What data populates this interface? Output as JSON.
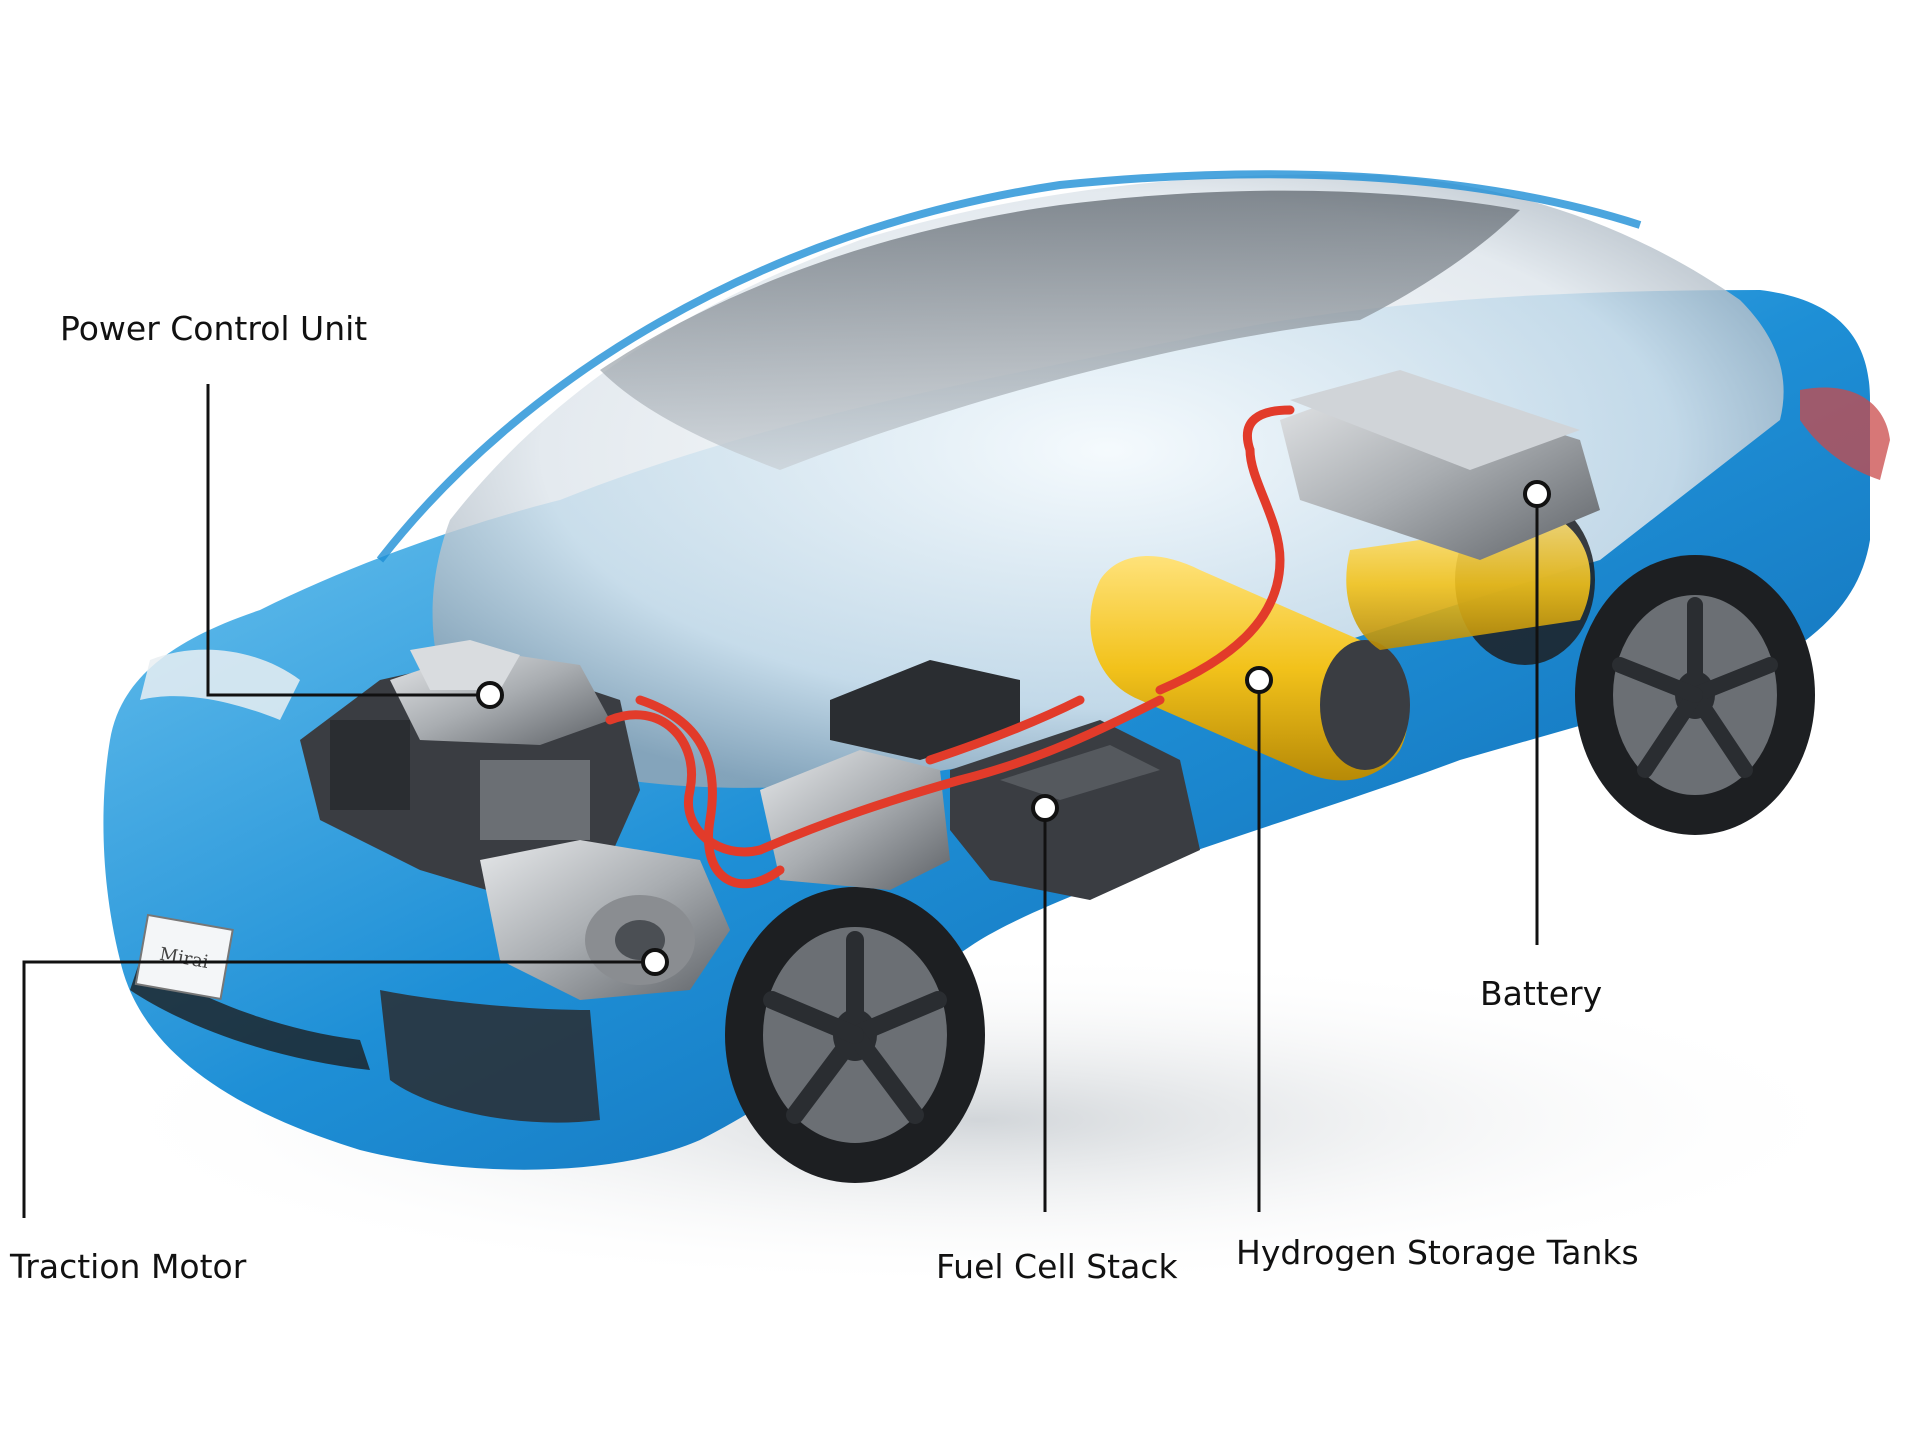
{
  "labels": {
    "power_control_unit": "Power Control Unit",
    "traction_motor": "Traction Motor",
    "fuel_cell_stack": "Fuel Cell Stack",
    "hydrogen_storage_tanks": "Hydrogen Storage Tanks",
    "battery": "Battery"
  },
  "vehicle_badge": "Mirai",
  "colors": {
    "body_blue": "#1e8fd6",
    "body_blue_light": "#6cc3ee",
    "tank_yellow": "#f2c21b",
    "cable_red": "#e23b2a",
    "machinery_gray": "#8a8d91",
    "tire_black": "#1d1f22",
    "leader_line": "#111111"
  }
}
